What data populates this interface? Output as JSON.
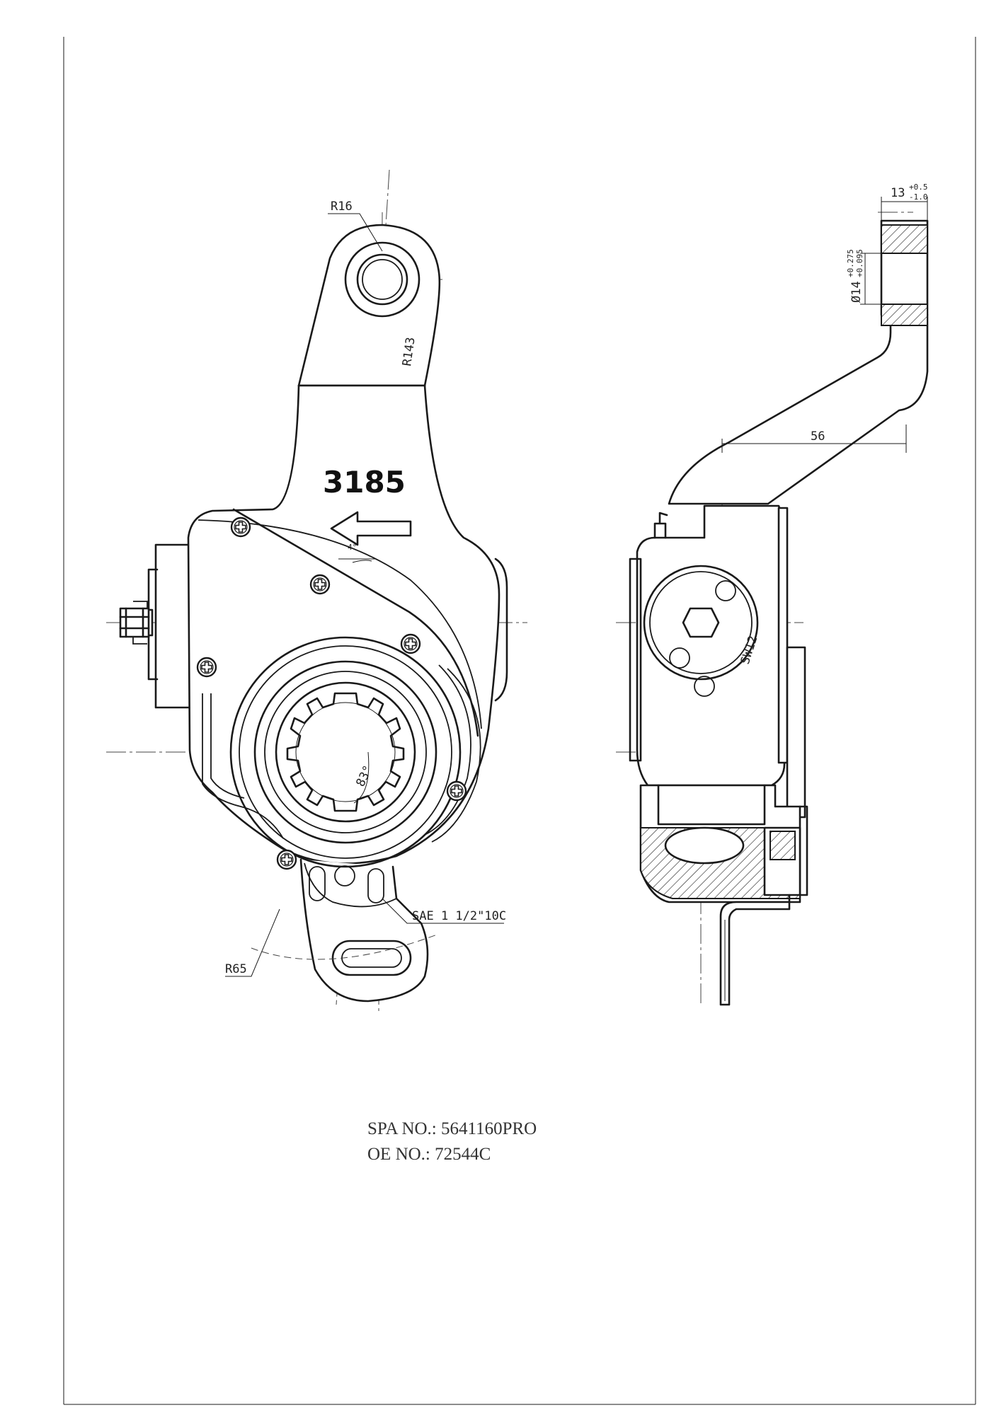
{
  "drawing": {
    "part_number": "3185",
    "dimensions": {
      "r16": "R16",
      "r143": "R143",
      "r65": "R65",
      "angle_4": "4°",
      "angle_83": "83°",
      "spline": "SAE 1 1/2\"10C",
      "width_13": "13",
      "width_13_tol_upper": "+0.5",
      "width_13_tol_lower": "-1.0",
      "bore_14": "Ø14",
      "bore_14_tol_upper": "+0.275",
      "bore_14_tol_lower": "+0.095",
      "offset_56": "56",
      "hex_sw12": "SW12"
    }
  },
  "caption": {
    "spa_no": "SPA NO.: 5641160PRO",
    "oe_no": "OE NO.: 72544C"
  }
}
